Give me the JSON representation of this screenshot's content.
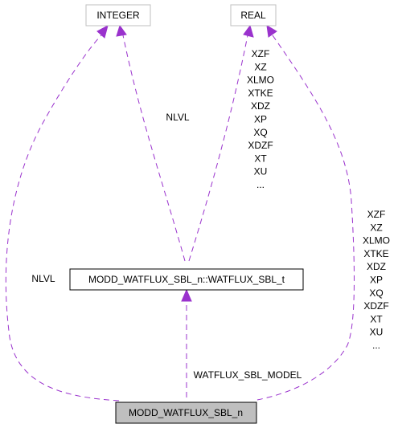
{
  "nodes": {
    "integer": "INTEGER",
    "real": "REAL",
    "watflux_sbl_t": "MODD_WATFLUX_SBL_n::WATFLUX_SBL_t",
    "modd_watflux_sbl_n": "MODD_WATFLUX_SBL_n"
  },
  "labels": {
    "nlvl_type_to_integer": "NLVL",
    "nlvl_module_to_integer": "NLVL",
    "type_to_real": [
      "XZF",
      "XZ",
      "XLMO",
      "XTKE",
      "XDZ",
      "XP",
      "XQ",
      "XDZF",
      "XT",
      "XU",
      "..."
    ],
    "module_to_real": [
      "XZF",
      "XZ",
      "XLMO",
      "XTKE",
      "XDZ",
      "XP",
      "XQ",
      "XDZF",
      "XT",
      "XU",
      "..."
    ],
    "module_to_type": "WATFLUX_SBL_MODEL"
  },
  "colors": {
    "edge": "#9a32cd",
    "node_border_light": "#bfbfbf",
    "node_border_dark": "#000000",
    "highlight_fill": "#bfbfbf"
  }
}
